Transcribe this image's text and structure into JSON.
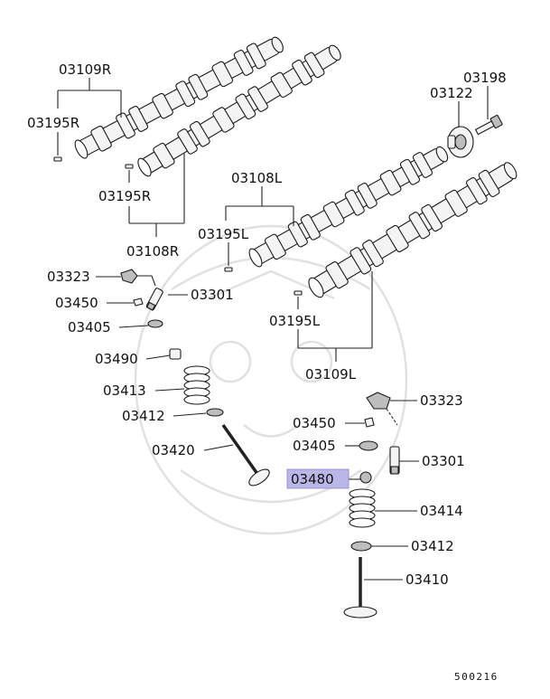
{
  "diagram": {
    "highlight_color": "#b9b6e8",
    "labels": {
      "cam_intake_r": "03109R",
      "pin_r_upper": "03195R",
      "pin_r_lower": "03195R",
      "cam_exhaust_r": "03108R",
      "cam_exhaust_l": "03108L",
      "pin_l_upper": "03195L",
      "pin_l_lower": "03195L",
      "cam_intake_l": "03109L",
      "bolt": "03198",
      "sprocket": "03122",
      "rocker_left": "03323",
      "clip_left": "03450",
      "adjuster_left": "03301",
      "seat_left": "03405",
      "cap_left": "03490",
      "spring_left": "03413",
      "seat_lower_left": "03412",
      "valve_left": "03420",
      "rocker_right": "03323",
      "clip_right": "03450",
      "seat_right": "03405",
      "adjuster_right": "03301",
      "cap_right": "03480",
      "spring_right": "03414",
      "seat_lower_right": "03412",
      "valve_right": "03410"
    },
    "footer_code": "500216"
  }
}
